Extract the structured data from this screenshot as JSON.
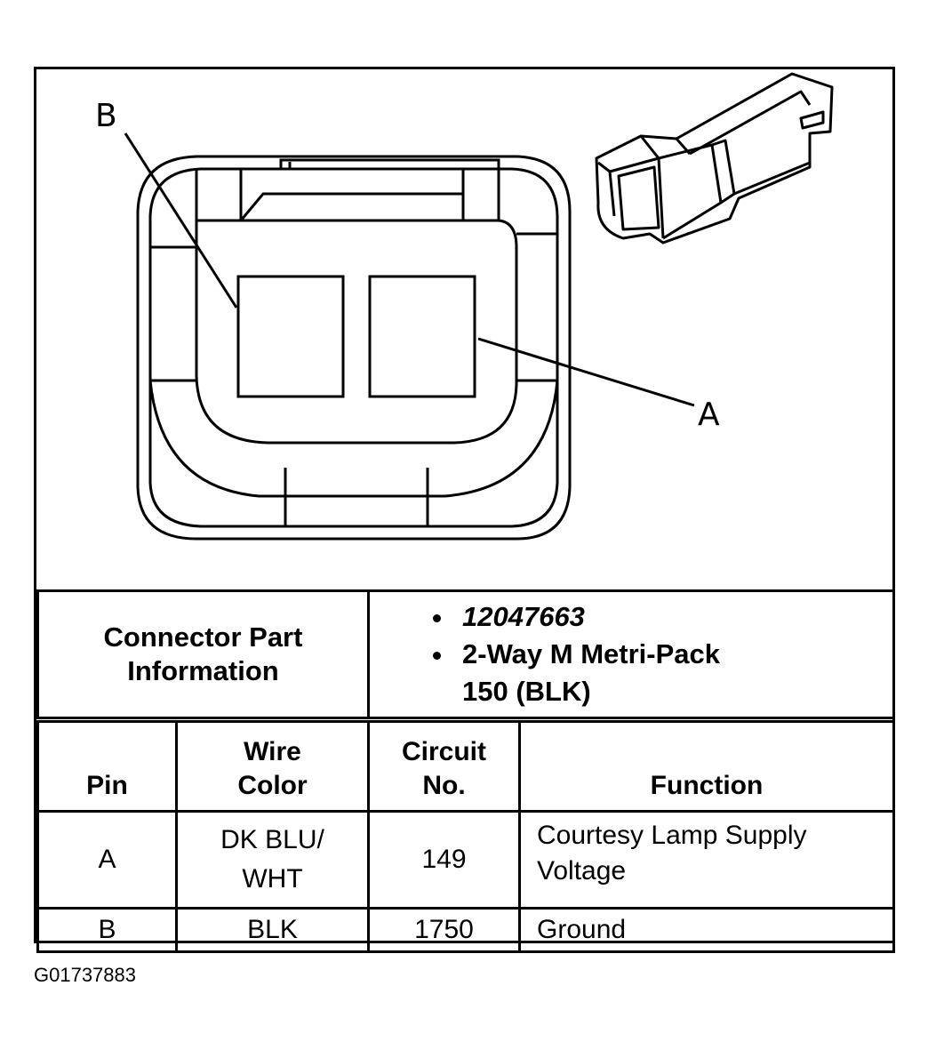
{
  "diagram": {
    "label_b": "B",
    "label_a": "A"
  },
  "connector_info": {
    "title_line1": "Connector Part",
    "title_line2": "Information",
    "part_number": "12047663",
    "description_line1": "2-Way M Metri-Pack",
    "description_line2": "150 (BLK)"
  },
  "pin_table": {
    "headers": {
      "pin": "Pin",
      "wire_color_line1": "Wire",
      "wire_color_line2": "Color",
      "circuit_line1": "Circuit",
      "circuit_line2": "No.",
      "function": "Function"
    },
    "rows": [
      {
        "pin": "A",
        "wire_color_line1": "DK BLU/",
        "wire_color_line2": "WHT",
        "circuit": "149",
        "function_line1": "Courtesy Lamp Supply",
        "function_line2": "Voltage"
      },
      {
        "pin": "B",
        "wire_color_line1": "BLK",
        "circuit": "1750",
        "function_line1": "Ground"
      }
    ]
  },
  "figure_id": "G01737883"
}
